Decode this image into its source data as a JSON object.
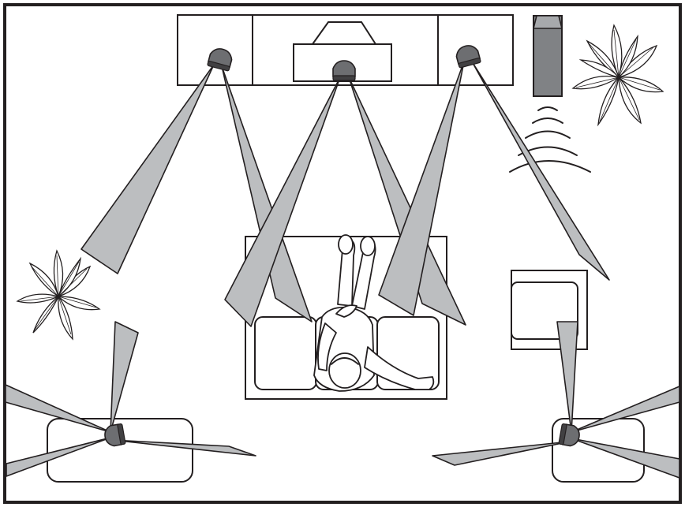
{
  "diagram": {
    "kind": "surround-sound room layout (top view)",
    "colors": {
      "outline": "#231f20",
      "beam_fill": "#bcbec0",
      "speaker_body": "#6d6e71",
      "subwoofer_body": "#808285",
      "background": "#ffffff"
    },
    "speakers": [
      {
        "id": "front-left",
        "icon": "speaker-icon"
      },
      {
        "id": "center",
        "icon": "speaker-icon"
      },
      {
        "id": "front-right",
        "icon": "speaker-icon"
      },
      {
        "id": "surround-left",
        "icon": "speaker-icon"
      },
      {
        "id": "surround-right",
        "icon": "speaker-icon"
      }
    ],
    "subwoofer": {
      "icon": "subwoofer-icon",
      "sound_waves": 4
    },
    "furniture": [
      "tv-cabinet",
      "television",
      "sofa",
      "armchair",
      "side-table-left",
      "side-table-right"
    ],
    "plants": [
      "plant-top-right",
      "plant-left"
    ],
    "listener": "person-on-sofa"
  }
}
